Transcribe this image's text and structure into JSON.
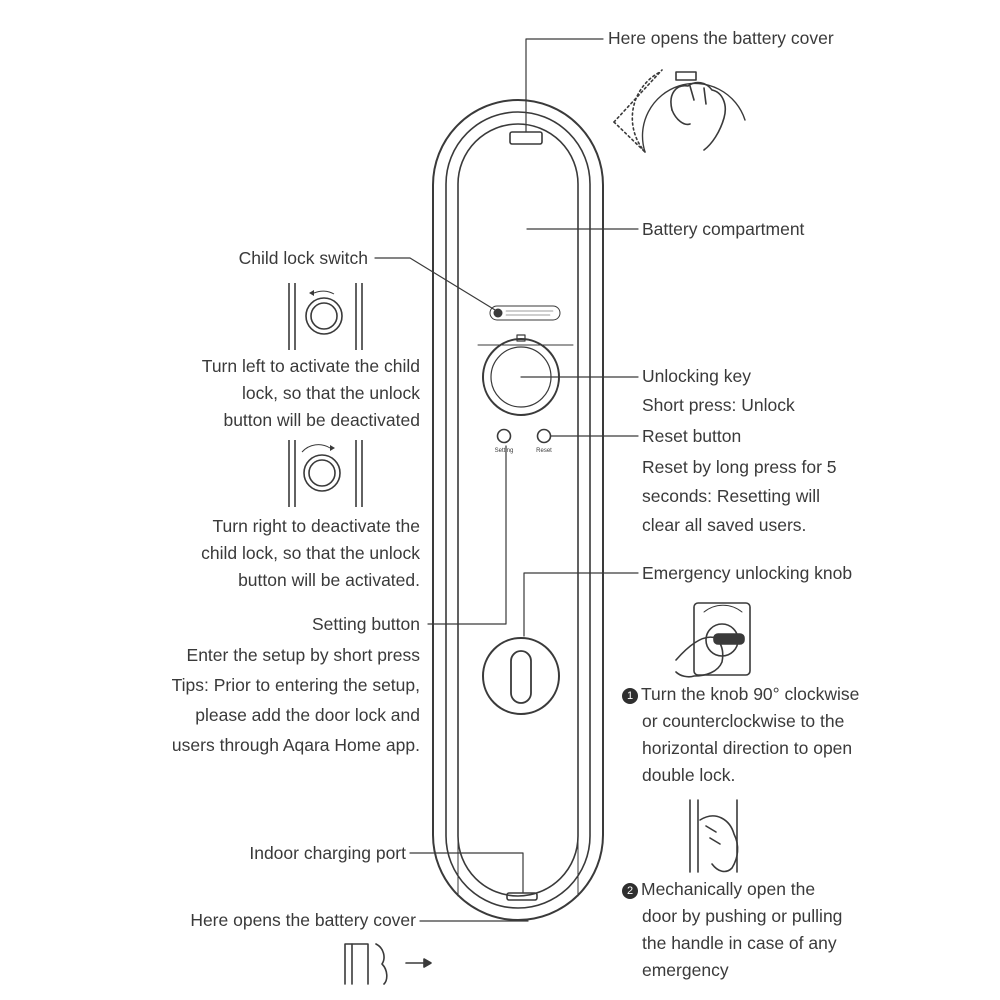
{
  "labels": {
    "battery_cover_top": "Here opens the battery cover",
    "battery_compartment": "Battery compartment",
    "child_lock_switch": "Child lock switch",
    "unlocking_key": "Unlocking key",
    "unlocking_key_desc": "Short press: Unlock",
    "reset_button": "Reset button",
    "emergency_knob": "Emergency unlocking knob",
    "setting_button": "Setting button",
    "indoor_charging_port": "Indoor charging port",
    "battery_cover_bottom": "Here opens the battery cover"
  },
  "paragraphs": {
    "child_lock_left": [
      "Turn left to activate the child",
      "lock, so that the unlock",
      "button will be deactivated"
    ],
    "child_lock_right": [
      "Turn right to deactivate the",
      "child lock, so that the unlock",
      "button will be activated."
    ],
    "reset_desc": [
      "Reset by long press for 5",
      "seconds: Resetting will",
      "clear all saved users."
    ],
    "setting_desc": [
      "Enter the setup by short press",
      "Tips: Prior to entering the setup,",
      "please add the door lock and",
      "users through Aqara Home app."
    ],
    "step1": [
      "Turn the knob 90° clockwise",
      "or counterclockwise to the",
      "horizontal direction to open",
      "double lock."
    ],
    "step2": [
      "Mechanically open the",
      "door by pushing or pulling",
      "the handle in case of any",
      "emergency"
    ]
  },
  "step_numbers": {
    "one": "1",
    "two": "2"
  },
  "device_small_labels": {
    "setting": "Setting",
    "reset": "Reset"
  },
  "colors": {
    "line": "#3a3a3a",
    "text": "#3a3a3a"
  }
}
